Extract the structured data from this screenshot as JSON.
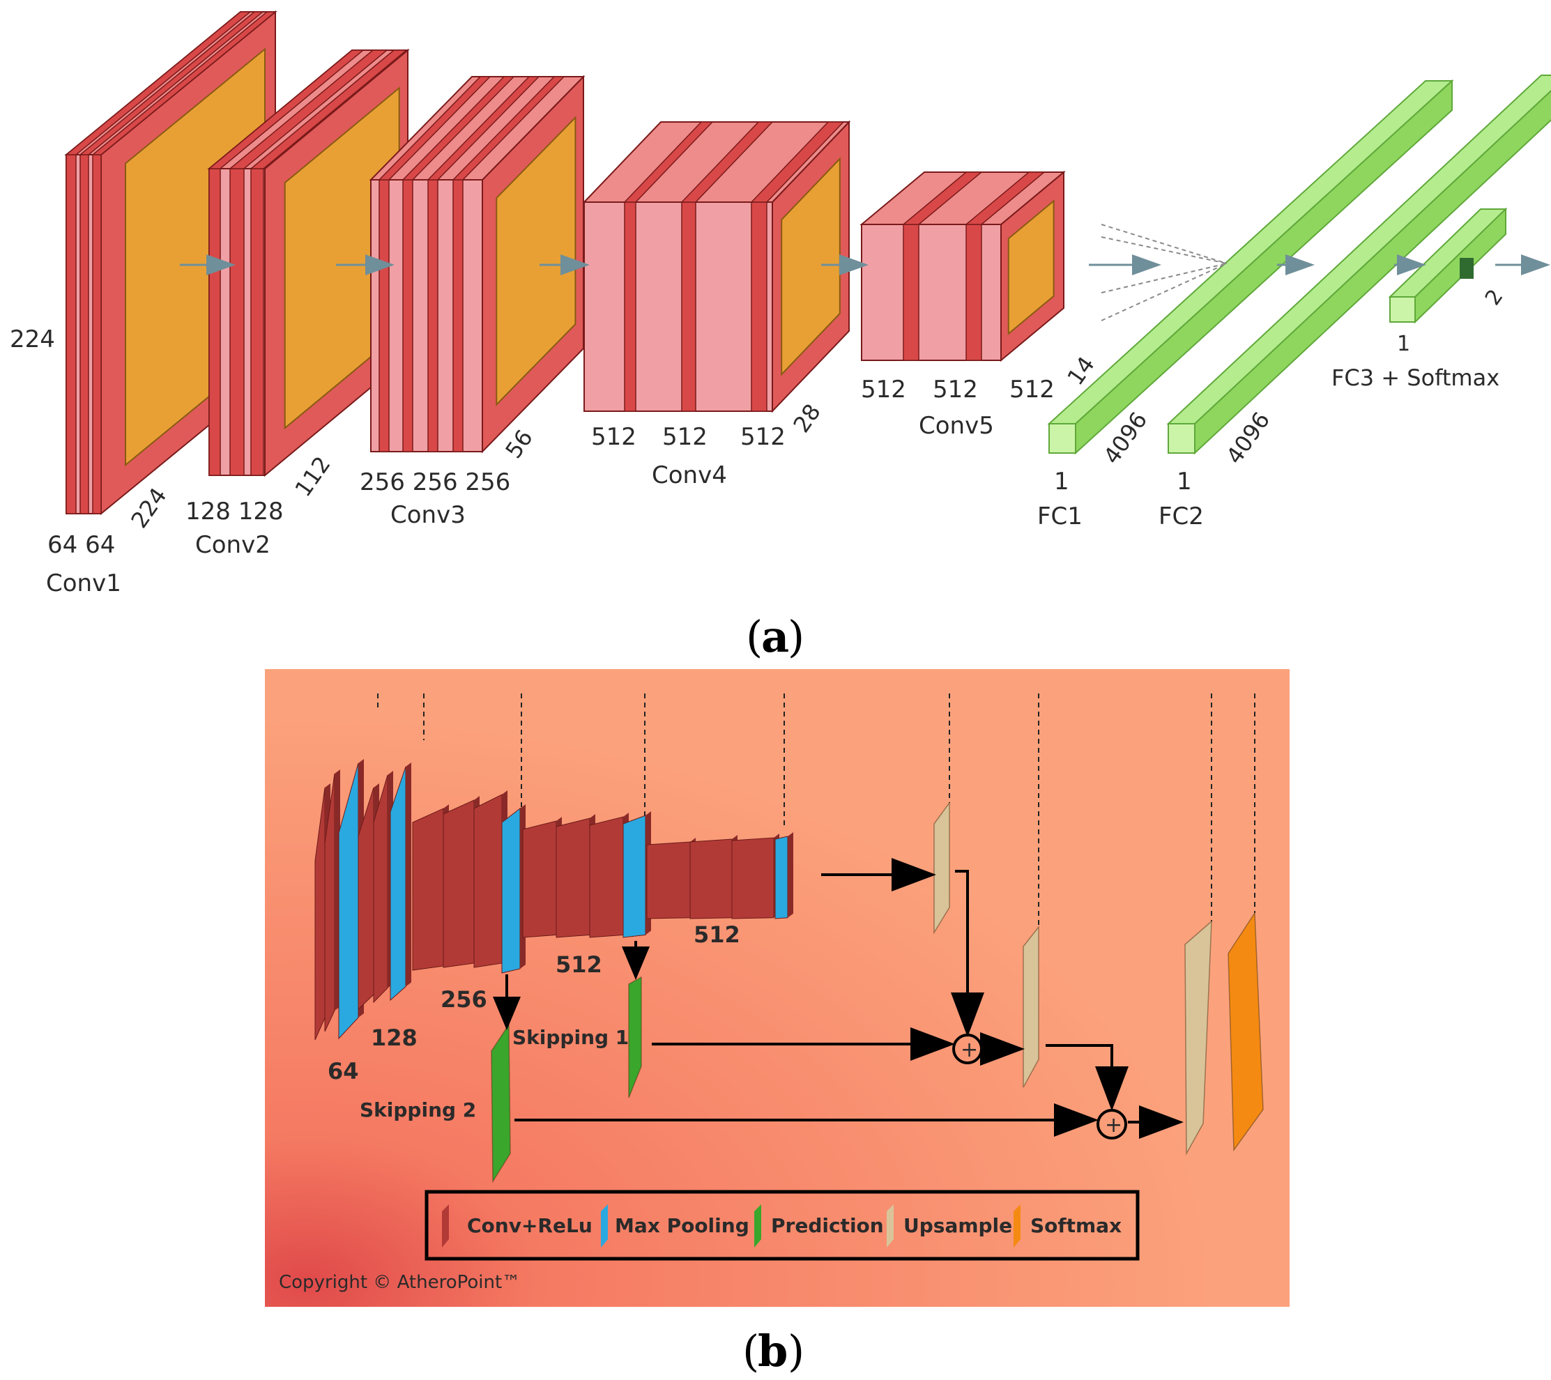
{
  "panel_a": {
    "caption_letter": "a",
    "input_size": "224",
    "blocks": [
      {
        "name": "Conv1",
        "filters": "64 64",
        "size": "224"
      },
      {
        "name": "Conv2",
        "filters": "128 128",
        "size": "112"
      },
      {
        "name": "Conv3",
        "filters": "256 256 256",
        "size": "56"
      },
      {
        "name": "Conv4",
        "filters": [
          "512",
          "512",
          "512"
        ],
        "size": "28"
      },
      {
        "name": "Conv5",
        "filters": [
          "512",
          "512",
          "512"
        ],
        "size": "14"
      }
    ],
    "fc": [
      {
        "name": "FC1",
        "depth": "1",
        "width": "4096"
      },
      {
        "name": "FC2",
        "depth": "1",
        "width": "4096"
      },
      {
        "name": "FC3 + Softmax",
        "depth": "1",
        "width": "2"
      }
    ],
    "colors": {
      "conv": "#d94848",
      "conv_face": "#f0a0a5",
      "feature": "#e8a035",
      "fc": "#8ed65e",
      "fc_edge": "#5fa83a",
      "arrow": "#6f8f9a"
    }
  },
  "panel_b": {
    "caption_letter": "b",
    "stage_labels": [
      "64",
      "128",
      "256",
      "512",
      "512"
    ],
    "skip_labels": [
      "Skipping 1",
      "Skipping 2"
    ],
    "plus_symbol": "+",
    "legend": [
      {
        "label": "Conv+ReLu",
        "color": "#b23a36"
      },
      {
        "label": "Max Pooling",
        "color": "#2aa9e0"
      },
      {
        "label": "Prediction",
        "color": "#3aa62c"
      },
      {
        "label": "Upsample",
        "color": "#d9c49a"
      },
      {
        "label": "Softmax",
        "color": "#f58a12"
      }
    ],
    "copyright": "Copyright © AtheroPoint™",
    "background": "#f9a07a"
  }
}
